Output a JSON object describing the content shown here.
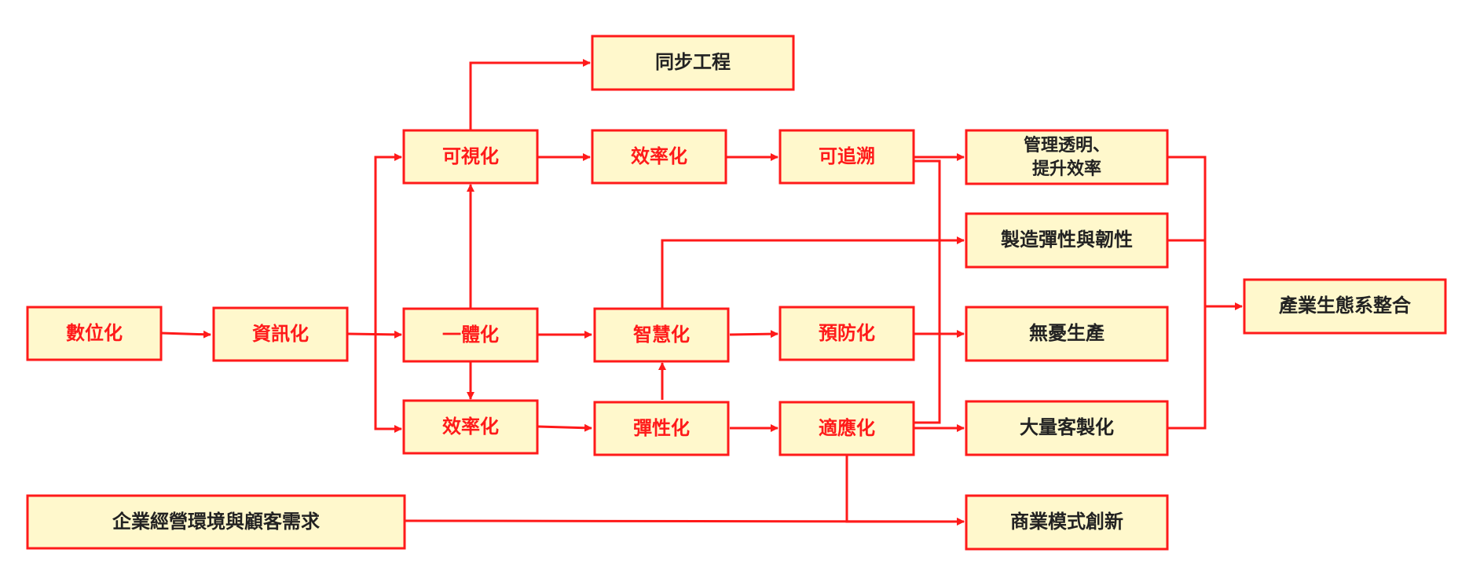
{
  "colors": {
    "box_fill": "#fff8cc",
    "box_border": "#ff1a1a",
    "arrow": "#ff1a1a",
    "label_red": "#ff1a1a",
    "label_dark": "#222222"
  },
  "nodes": {
    "digitize": {
      "label": "數位化",
      "color": "red"
    },
    "informatize": {
      "label": "資訊化",
      "color": "red"
    },
    "integrate": {
      "label": "一體化",
      "color": "red"
    },
    "visualize": {
      "label": "可視化",
      "color": "red"
    },
    "efficiency_low": {
      "label": "效率化",
      "color": "red"
    },
    "concurrent_eng": {
      "label": "同步工程",
      "color": "dark"
    },
    "efficiency_top": {
      "label": "效率化",
      "color": "red"
    },
    "traceable": {
      "label": "可追溯",
      "color": "red"
    },
    "intelligent": {
      "label": "智慧化",
      "color": "red"
    },
    "preventive": {
      "label": "預防化",
      "color": "red"
    },
    "flexible": {
      "label": "彈性化",
      "color": "red"
    },
    "adaptive": {
      "label": "適應化",
      "color": "red"
    },
    "mgmt_transparency": {
      "label_lines": [
        "管理透明、",
        "提升效率"
      ],
      "color": "dark"
    },
    "mfg_flexibility": {
      "label": "製造彈性與韌性",
      "color": "dark"
    },
    "worry_free": {
      "label": "無憂生產",
      "color": "dark"
    },
    "mass_custom": {
      "label": "大量客製化",
      "color": "dark"
    },
    "ecosystem": {
      "label": "產業生態系整合",
      "color": "dark"
    },
    "environment": {
      "label": "企業經營環境與顧客需求",
      "color": "dark"
    },
    "business_model": {
      "label": "商業模式創新",
      "color": "dark"
    }
  }
}
